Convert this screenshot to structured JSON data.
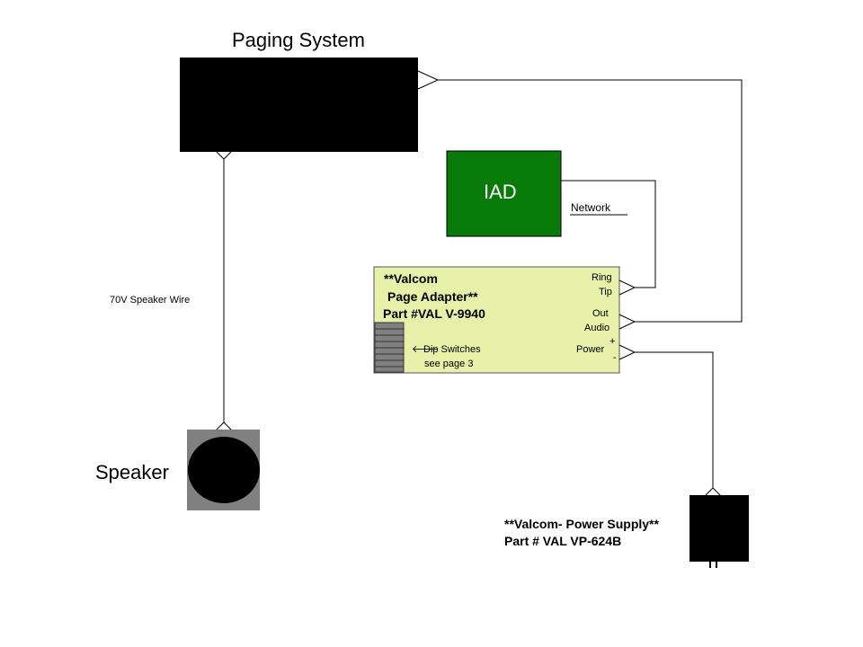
{
  "paging_system": {
    "title": "Paging System"
  },
  "iad": {
    "label": "IAD",
    "network_label": "Network"
  },
  "adapter": {
    "line1": "**Valcom",
    "line2": "Page Adapter**",
    "line3": "Part #VAL V-9940",
    "dip_line1": "Dip Switches",
    "dip_line2": "see page 3",
    "arrow_glyph": "🡐",
    "ring": "Ring",
    "tip": "Tip",
    "out": "Out",
    "audio": "Audio",
    "power": "Power",
    "plus": "+",
    "minus": "-"
  },
  "wire": {
    "label": "70V Speaker Wire"
  },
  "speaker": {
    "label": "Speaker"
  },
  "power_supply": {
    "line1": "**Valcom- Power Supply**",
    "line2": "Part # VAL VP-624B"
  },
  "colors": {
    "paging_box": "#000000",
    "iad_box": "#087a08",
    "adapter_box": "#e6f0a8",
    "speaker_frame": "#808080",
    "line": "#000000"
  }
}
